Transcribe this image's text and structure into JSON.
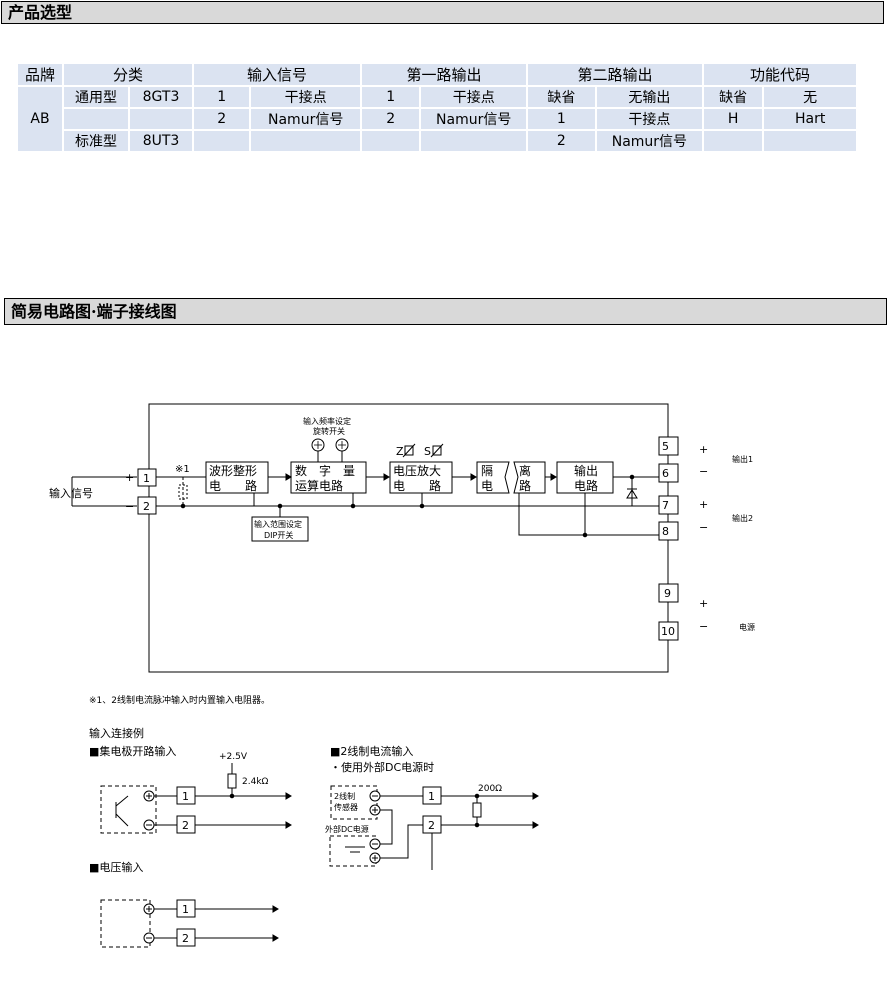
{
  "sections": {
    "product_selection": "产品选型",
    "circuit": "简易电路图·端子接线图"
  },
  "table": {
    "headers": [
      "品牌",
      "分类",
      "输入信号",
      "第一路输出",
      "第二路输出",
      "功能代码"
    ],
    "brand": "AB",
    "rows": [
      [
        "通用型",
        "8GT3",
        "1",
        "干接点",
        "1",
        "干接点",
        "缺省",
        "无输出",
        "缺省",
        "无"
      ],
      [
        "",
        "",
        "2",
        "Namur信号",
        "2",
        "Namur信号",
        "1",
        "干接点",
        "H",
        "Hart"
      ],
      [
        "标准型",
        "8UT3",
        "",
        "",
        "",
        "",
        "2",
        "Namur信号",
        "",
        ""
      ]
    ]
  },
  "diagram": {
    "freq_setting": "输入频率设定",
    "rotary_switch": "旋转开关",
    "mark": "※1",
    "input_signal": "输入信号",
    "plus": "+",
    "minus": "−",
    "t1": "1",
    "t2": "2",
    "t5": "5",
    "t6": "6",
    "t7": "7",
    "t8": "8",
    "t9": "9",
    "t10": "10",
    "block_wave_1": "波形整形",
    "block_wave_2": "电　　路",
    "block_digital_1": "数　字　量",
    "block_digital_2": "运算电路",
    "block_amp_1": "电压放大",
    "block_amp_2": "电　　路",
    "block_iso_1a": "隔",
    "block_iso_1b": "电",
    "block_iso_2a": "离",
    "block_iso_2b": "路",
    "block_out_1": "输出",
    "block_out_2": "电路",
    "z_label": "Z",
    "s_label": "S",
    "dip_1": "输入范围设定",
    "dip_2": "DIP开关",
    "out1": "输出1",
    "out2": "输出2",
    "power": "电源",
    "footnote": "※1、2线制电流脉冲输入时内置输入电阻器。",
    "example_title": "输入连接例",
    "ex1_title": "■集电极开路输入",
    "ex1_v": "+2.5V",
    "ex1_r": "2.4kΩ",
    "ex2_title": "■2线制电流输入",
    "ex2_sub": "・使用外部DC电源时",
    "ex2_r": "200Ω",
    "ex2_sensor_1": "2线制",
    "ex2_sensor_2": "传感器",
    "ex2_ext": "外部DC电源",
    "ex3_title": "■电压输入"
  }
}
